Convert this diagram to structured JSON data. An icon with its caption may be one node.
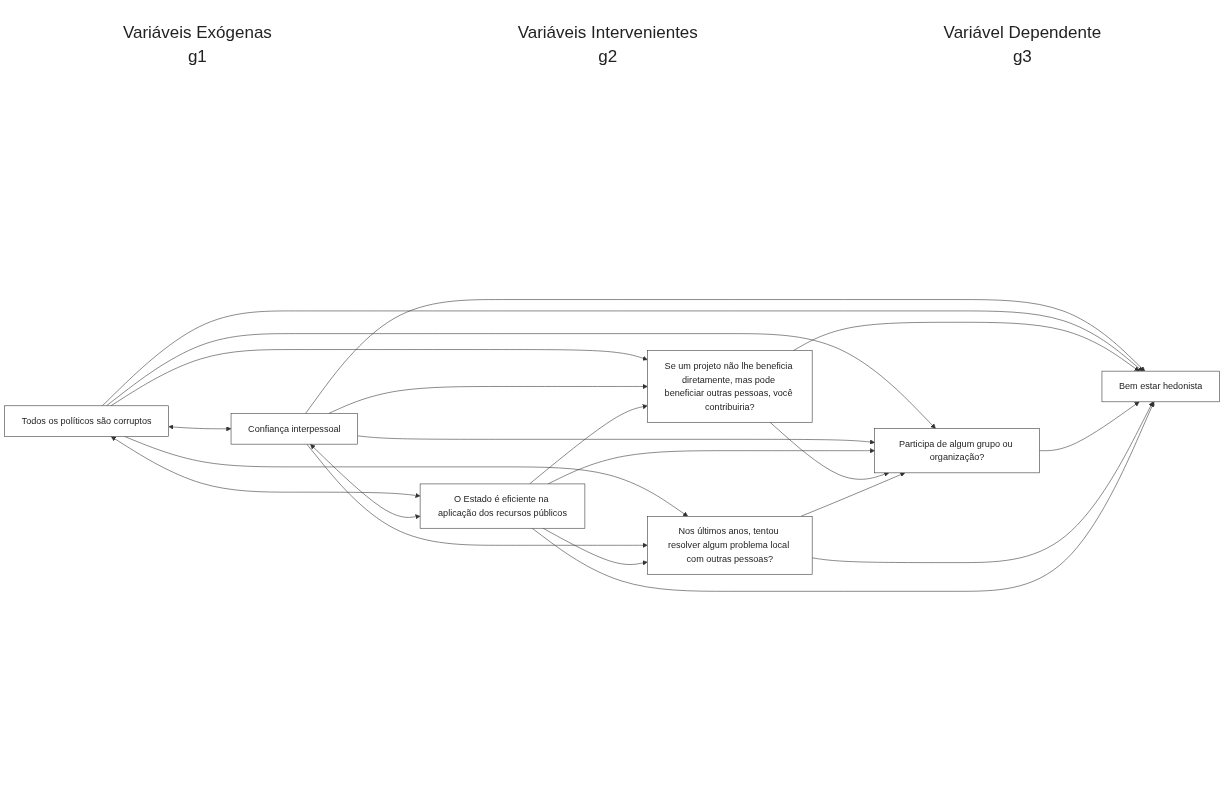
{
  "diagram": {
    "nodes": [
      {
        "text": [
          "Todos os políticos são corruptos"
        ]
      },
      {
        "text": [
          "Confiança interpessoal"
        ]
      },
      {
        "text": [
          "O Estado é eficiente na aplicação dos recursos públicos"
        ]
      },
      {
        "text": [
          "Se um projeto não lhe beneficia diretamente, mas pode beneficiar outras pessoas, você contribuiria?"
        ]
      },
      {
        "text": [
          "Participa de algum grupo ou organização?"
        ]
      },
      {
        "text": [
          "Nos últimos anos, tentou resolver algum problema local com outras pessoas?"
        ]
      },
      {
        "text": [
          "Bem estar hedonista"
        ]
      }
    ],
    "edges": [
      {
        "from": 1,
        "to": 6,
        "arrow": "to"
      },
      {
        "from": 0,
        "to": 6,
        "arrow": "to"
      },
      {
        "from": 0,
        "to": 2,
        "arrow": "both"
      },
      {
        "from": 0,
        "to": 1,
        "arrow": "both"
      },
      {
        "from": 1,
        "to": 2,
        "arrow": "both"
      },
      {
        "from": 0,
        "to": 3,
        "arrow": "to"
      },
      {
        "from": 1,
        "to": 3,
        "arrow": "to"
      },
      {
        "from": 2,
        "to": 3,
        "arrow": "to"
      },
      {
        "from": 0,
        "to": 4,
        "arrow": "to"
      },
      {
        "from": 1,
        "to": 4,
        "arrow": "to"
      },
      {
        "from": 2,
        "to": 4,
        "arrow": "to"
      },
      {
        "from": 0,
        "to": 5,
        "arrow": "to"
      },
      {
        "from": 1,
        "to": 5,
        "arrow": "to"
      },
      {
        "from": 2,
        "to": 5,
        "arrow": "to"
      },
      {
        "from": 3,
        "to": 4,
        "arrow": "to"
      },
      {
        "from": 5,
        "to": 4,
        "arrow": "to"
      },
      {
        "from": 3,
        "to": 6,
        "arrow": "to"
      },
      {
        "from": 4,
        "to": 6,
        "arrow": "to"
      },
      {
        "from": 5,
        "to": 6,
        "arrow": "to"
      },
      {
        "from": 2,
        "to": 6,
        "arrow": "to"
      }
    ],
    "labels": [
      "Variáveis Exógenas",
      "Variáveis Intervenientes",
      "Variável Dependente",
      "g1",
      "g2",
      "g3"
    ]
  }
}
